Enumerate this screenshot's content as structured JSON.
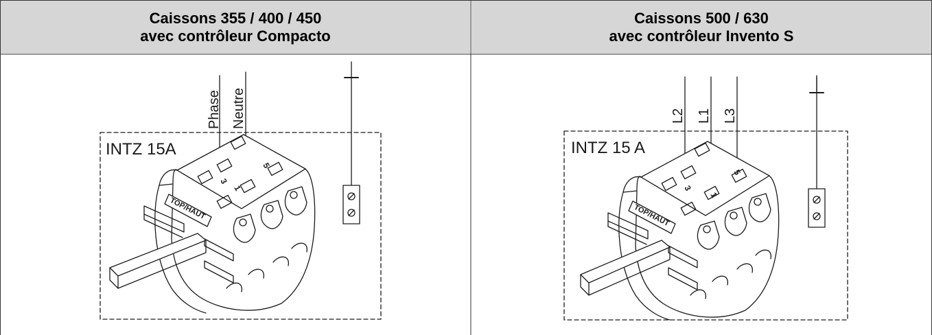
{
  "table": {
    "columns": [
      {
        "title_line1": "Caissons 355 / 400 / 450",
        "title_line2": "avec contrôleur Compacto",
        "box_label": "INTZ 15A",
        "wires": [
          "Phase",
          "Neutre"
        ],
        "terminals": [
          "3",
          "1",
          "5"
        ],
        "top_label": "TOP/HAUT"
      },
      {
        "title_line1": "Caissons 500 / 630",
        "title_line2": "avec contrôleur Invento S",
        "box_label": "INTZ 15 A",
        "wires": [
          "L2",
          "L1",
          "L3"
        ],
        "terminals": [
          "3",
          "1",
          "5"
        ],
        "top_label": "TOP/HAUT"
      }
    ]
  },
  "colors": {
    "header_bg": "#d6d6d6",
    "lines": "#1a1a1a"
  }
}
